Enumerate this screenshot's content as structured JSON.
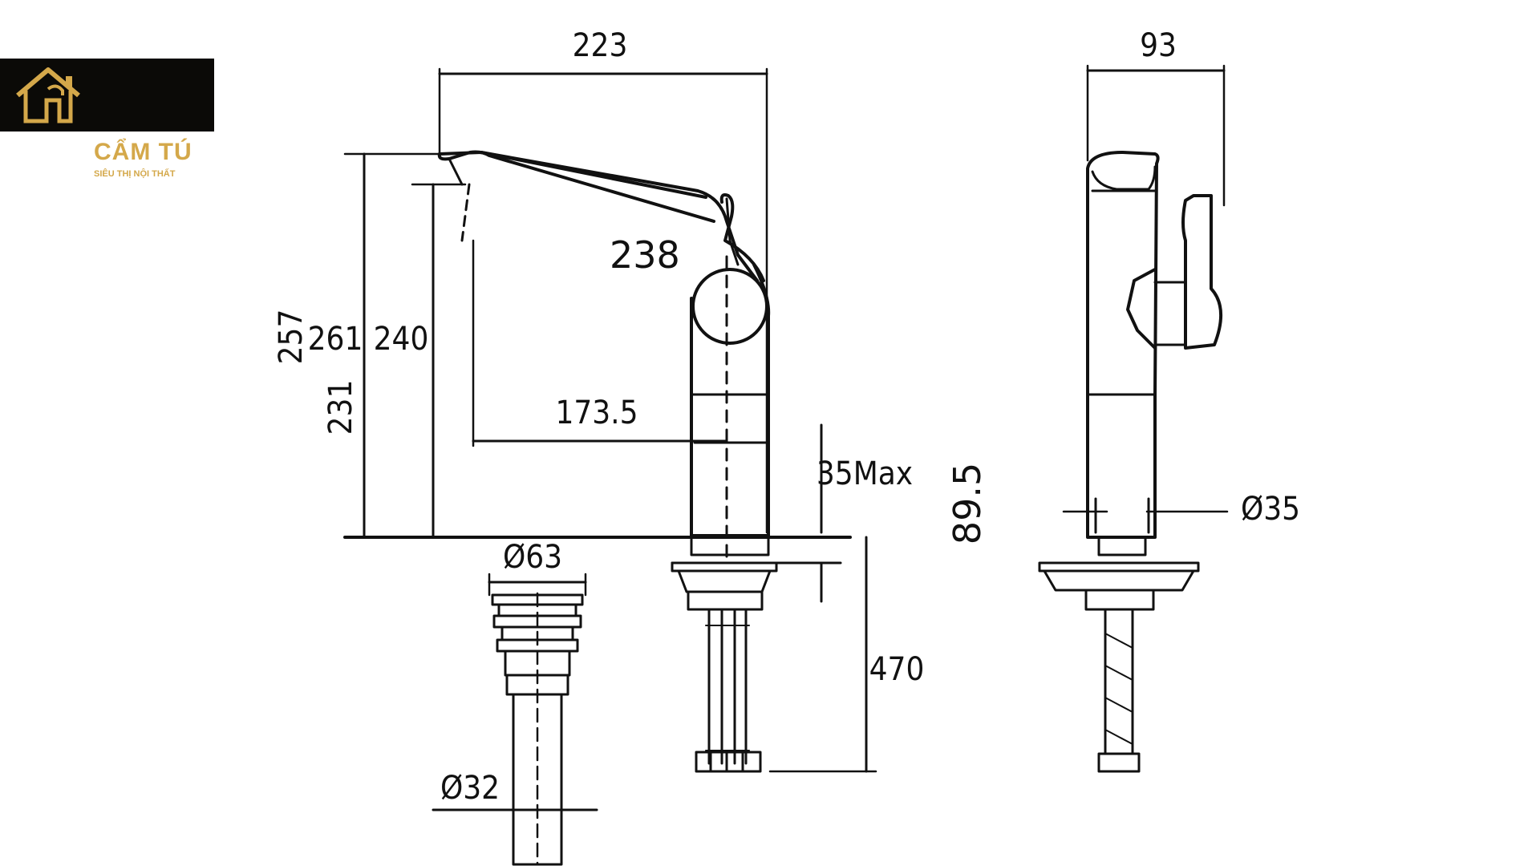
{
  "brand": {
    "name": "CẨM TÚ",
    "tagline": "SIÊU THỊ NỘI THẤT",
    "accent_color": "#d4a84a",
    "background_color": "#0b0a07",
    "icon": "house-faucet-icon"
  },
  "dimensions": {
    "top_width": "223",
    "side_width": "93",
    "spout_length": "238",
    "height_outer": "257",
    "height_261": "261",
    "height_240": "240",
    "height_231": "231",
    "reach": "173.5",
    "max_thickness": "35Max",
    "base_height": "89.5",
    "base_diameter": "Ø35",
    "drain_diameter": "Ø63",
    "hose_length": "470",
    "pipe_diameter": "Ø32"
  }
}
